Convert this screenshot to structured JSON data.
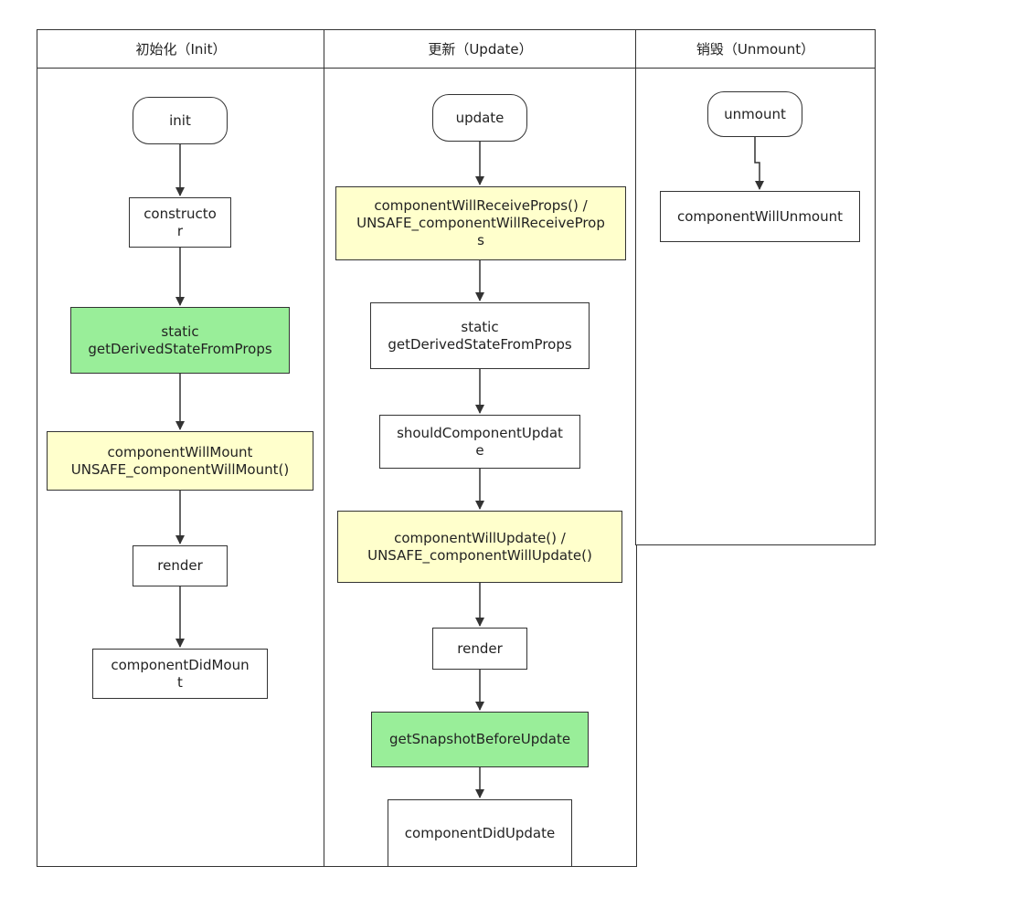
{
  "colors": {
    "green": "#99ee99",
    "yellow": "#ffffcc",
    "border": "#333333"
  },
  "lanes": {
    "init": {
      "title": "初始化（Init）",
      "nodes": {
        "start": "init",
        "constructor": "constructo\nr",
        "derived": "static\ngetDerivedStateFromProps",
        "will_mount": "componentWillMount\nUNSAFE_componentWillMount()",
        "render": "render",
        "did_mount": "componentDidMoun\nt"
      }
    },
    "update": {
      "title": "更新（Update）",
      "nodes": {
        "start": "update",
        "will_receive": "componentWillReceiveProps() /\nUNSAFE_componentWillReceiveProp\ns",
        "derived": "static\ngetDerivedStateFromProps",
        "should_update": "shouldComponentUpdat\ne",
        "will_update": "componentWillUpdate() /\nUNSAFE_componentWillUpdate()",
        "render": "render",
        "snapshot": "getSnapshotBeforeUpdate",
        "did_update": "componentDidUpdate"
      }
    },
    "unmount": {
      "title": "销毁（Unmount）",
      "nodes": {
        "start": "unmount",
        "will_unmount": "componentWillUnmount"
      }
    }
  }
}
